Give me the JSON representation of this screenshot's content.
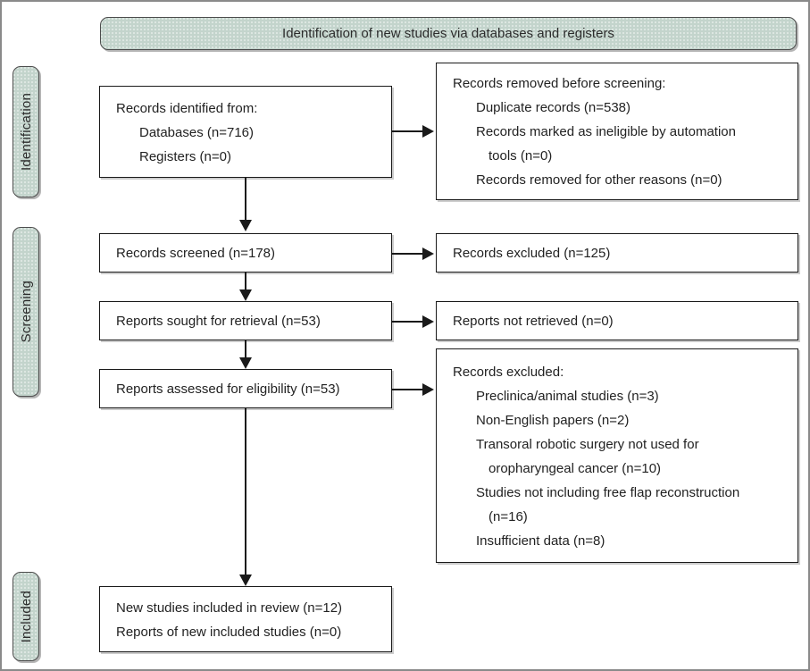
{
  "diagram": {
    "title": "Identification of new studies via databases and registers"
  },
  "phases": [
    {
      "label": "Identification"
    },
    {
      "label": "Screening"
    },
    {
      "label": "Included"
    }
  ],
  "boxes": {
    "records_identified": {
      "lines": [
        "Records identified from:",
        "Databases (n=716)",
        "Registers (n=0)"
      ]
    },
    "records_removed": {
      "lines": [
        "Records removed before screening:",
        "Duplicate records (n=538)",
        "Records marked as ineligible by automation",
        "tools (n=0)",
        "Records removed for other reasons (n=0)"
      ]
    },
    "records_screened": {
      "lines": [
        "Records screened (n=178)"
      ]
    },
    "records_excluded_screening": {
      "lines": [
        "Records excluded (n=125)"
      ]
    },
    "reports_sought": {
      "lines": [
        "Reports sought for retrieval (n=53)"
      ]
    },
    "reports_not_retrieved": {
      "lines": [
        "Reports not retrieved (n=0)"
      ]
    },
    "reports_assessed": {
      "lines": [
        "Reports assessed for eligibility (n=53)"
      ]
    },
    "records_excluded_eligibility": {
      "lines": [
        "Records excluded:",
        "Preclinica/animal studies (n=3)",
        "Non-English papers (n=2)",
        "Transoral robotic surgery not used for",
        "oropharyngeal cancer (n=10)",
        "Studies not including free flap reconstruction",
        "(n=16)",
        "Insufficient data (n=8)"
      ]
    },
    "studies_included": {
      "lines": [
        "New studies included in review (n=12)",
        "Reports of new included studies (n=0)"
      ]
    }
  },
  "colors": {
    "phase_fill": "#c3d4cc",
    "phase_border": "#4c4c4c",
    "box_border": "#1a1a1a",
    "text": "#222222",
    "frame_border": "#8a8a8a"
  }
}
